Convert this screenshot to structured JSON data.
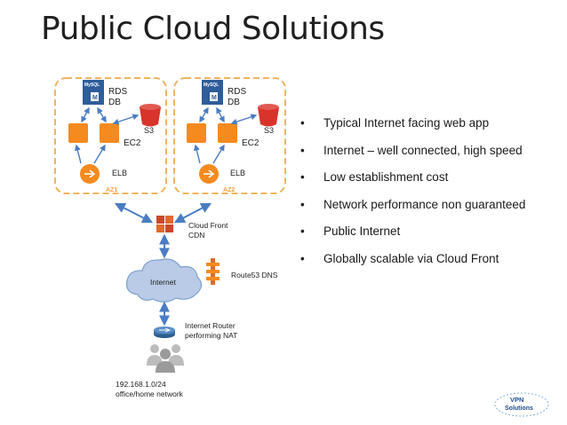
{
  "title": "Public Cloud Solutions",
  "bullets": [
    "Typical Internet facing web app",
    "Internet – well connected, high speed",
    "Low establishment cost",
    "Network performance non guaranteed",
    "Public Internet",
    "Globally scalable via Cloud Front"
  ],
  "diagram": {
    "az_left": {
      "label": "AZ1",
      "mysql": "MySQL",
      "db_badge": "M",
      "rds": "RDS",
      "db": "DB",
      "s3": "S3",
      "ec2": "EC2",
      "elb": "ELB"
    },
    "az_right": {
      "label": "AZ2",
      "mysql": "MySQL",
      "db_badge": "M",
      "rds": "RDS",
      "db": "DB",
      "s3": "S3",
      "ec2": "EC2",
      "elb": "ELB"
    },
    "cloudfront": {
      "line1": "Cloud Front",
      "line2": "CDN"
    },
    "internet": "Internet",
    "route53": "Route53 DNS",
    "router": {
      "line1": "Internet Router",
      "line2": "performing NAT"
    },
    "network": {
      "line1": "192.168.1.0/24",
      "line2": "office/home network"
    }
  },
  "logo": {
    "line1": "VPN",
    "line2": "Solutions"
  },
  "colors": {
    "aws_orange": "#f58a1f",
    "az_border": "#f0b460",
    "rds_blue": "#2e5d9a",
    "s3_red": "#d9342b",
    "arrow_blue": "#4a7cc2",
    "cloud_blue": "#b9cbe6"
  }
}
